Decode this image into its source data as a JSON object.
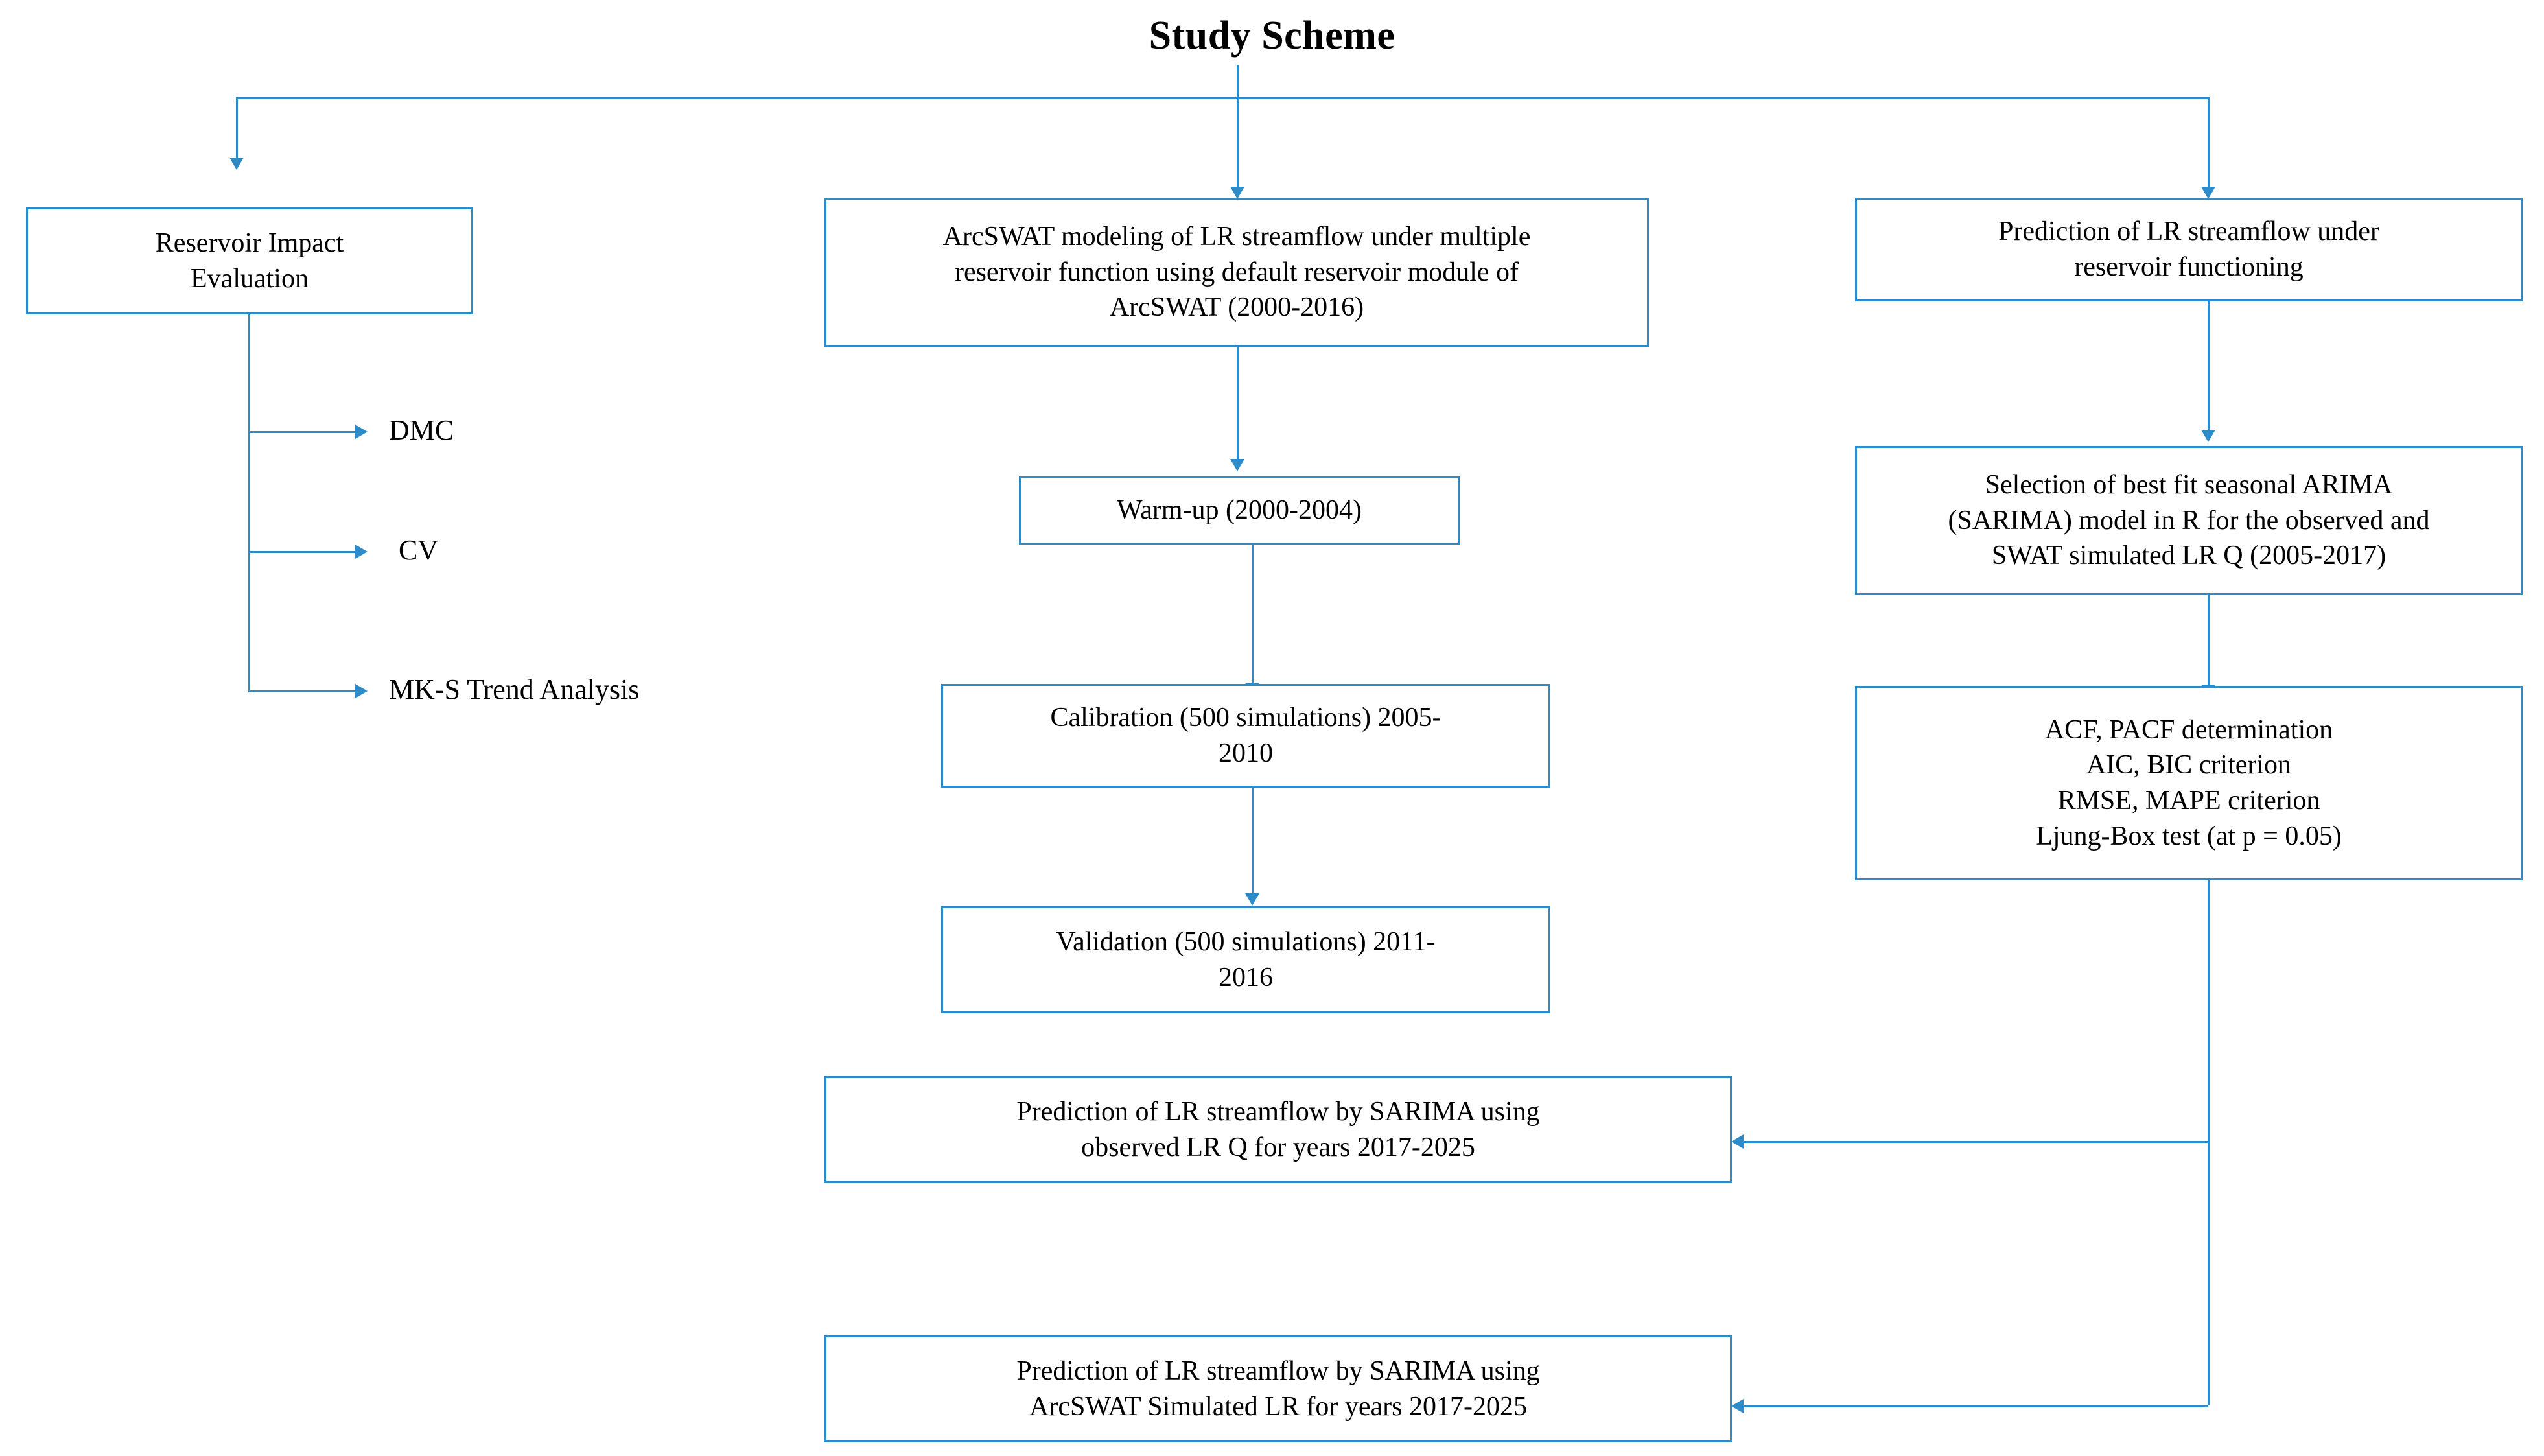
{
  "title": "Study Scheme",
  "accent_color": "#2E8BC9",
  "text_color": "#000000",
  "background_color": "#FFFFFF",
  "branches": {
    "left": {
      "head": "Reservoir  Impact\nEvaluation",
      "items": [
        "DMC",
        "CV",
        "MK-S Trend  Analysis"
      ]
    },
    "middle": {
      "steps": [
        "ArcSWAT modeling of LR streamflow under multiple\nreservoir function using default reservoir module of\nArcSWAT (2000-2016)",
        "Warm-up (2000-2004)",
        "Calibration (500 simulations) 2005-\n2010",
        "Validation  (500 simulations)  2011-\n2016"
      ]
    },
    "right": {
      "steps": [
        "Prediction of LR streamflow  under\nreservoir  functioning",
        "Selection of best fit seasonal ARIMA\n(SARIMA) model in R for the observed and\nSWAT simulated LR Q (2005-2017)",
        "ACF, PACF determination\nAIC, BIC criterion\nRMSE, MAPE criterion\nLjung-Box test (at p = 0.05)"
      ]
    },
    "outputs": [
      "Prediction  of LR streamflow  by SARIMA  using\nobserved  LR Q for years 2017-2025",
      "Prediction  of LR streamflow  by SARIMA  using\nArcSWAT  Simulated  LR for years 2017-2025"
    ]
  }
}
